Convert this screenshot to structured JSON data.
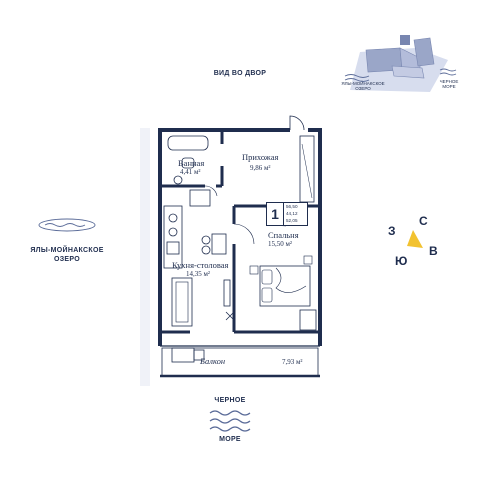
{
  "orientation": {
    "courtyard_view": "ВИД ВО ДВОР",
    "lake": "ЯЛЫ-МОЙНАКСКОЕ ОЗЕРО",
    "sea_top": "ЧЕРНОЕ",
    "sea_bottom": "МОРЕ",
    "compass": {
      "north": "С",
      "east": "В",
      "south": "Ю",
      "west": "З"
    }
  },
  "rooms": [
    {
      "name": "Ванная",
      "area": "4,41 м²"
    },
    {
      "name": "Прихожая",
      "area": "9,86 м²"
    },
    {
      "name": "Спальня",
      "area": "15,50 м²"
    },
    {
      "name": "Кухня-столовая",
      "area": "14,35 м²"
    },
    {
      "name": "Балкон",
      "area": "7,93 м²"
    }
  ],
  "apartment_badge": {
    "rooms_count": "1",
    "areas": [
      "56,50",
      "44,12",
      "52,05"
    ]
  },
  "key_plan": {
    "labels": [
      "ЯЛЫ-МОЙНАКСКОЕ ОЗЕРО",
      "ЧЕРНОЕ МОРЕ"
    ]
  },
  "colors": {
    "navy": "#1f2d4e",
    "key_plan_block": "#9aa6c8",
    "key_plan_ground": "#d7ddee",
    "wave": "#5a6b98"
  }
}
